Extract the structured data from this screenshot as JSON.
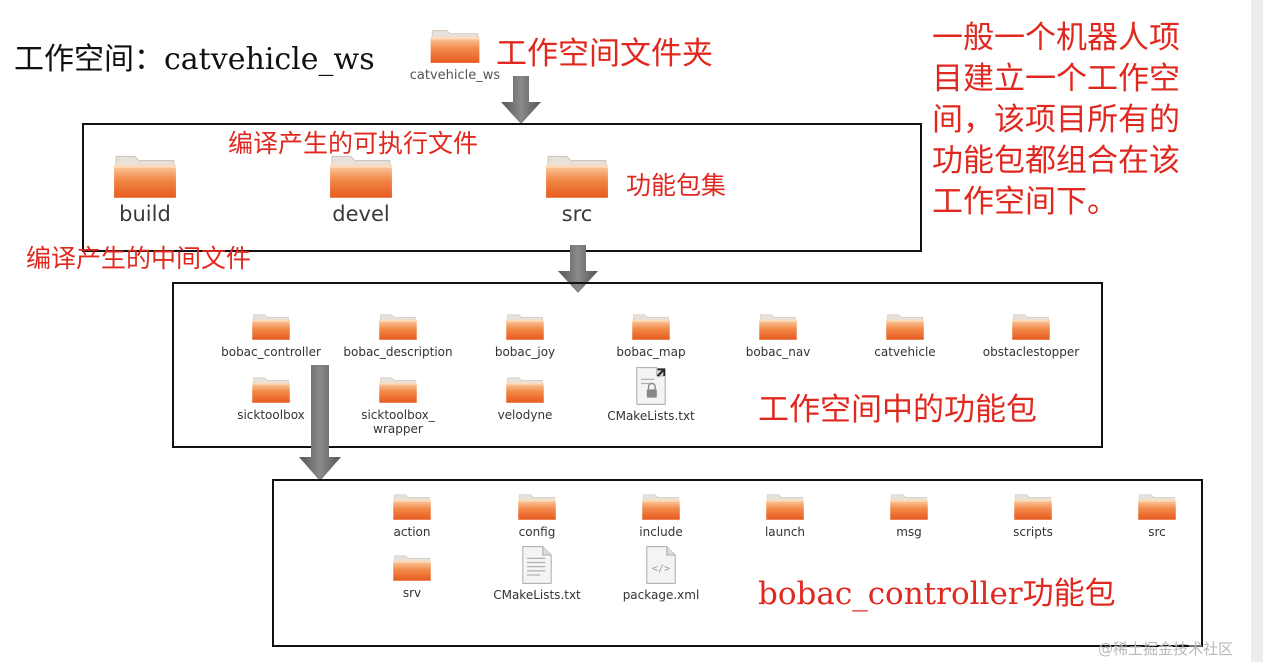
{
  "workspace_title": "工作空间：catvehicle_ws",
  "root_folder": {
    "label": "catvehicle_ws",
    "caption": "工作空间文件夹"
  },
  "side_note": [
    "一般一个机器人项",
    "目建立一个工作空",
    "间，该项目所有的",
    "功能包都组合在该",
    "工作空间下。"
  ],
  "level1": {
    "folders": [
      "build",
      "devel",
      "src"
    ],
    "note_devel": "编译产生的可执行文件",
    "note_build": "编译产生的中间文件",
    "note_src": "功能包集"
  },
  "level2": {
    "row1": [
      "bobac_controller",
      "bobac_description",
      "bobac_joy",
      "bobac_map",
      "bobac_nav",
      "catvehicle",
      "obstaclestopper"
    ],
    "row2": [
      "sicktoolbox",
      "sicktoolbox_\nwrapper",
      "velodyne",
      "CMakeLists.txt"
    ],
    "caption": "工作空间中的功能包"
  },
  "level3": {
    "row1": [
      "action",
      "config",
      "include",
      "launch",
      "msg",
      "scripts",
      "src"
    ],
    "row2": [
      "srv",
      "CMakeLists.txt",
      "package.xml"
    ],
    "caption": "bobac_controller功能包"
  },
  "watermark": "@稀土掘金技术社区",
  "colors": {
    "red_text": "#e0281f",
    "folder_top": "#f6b98f",
    "folder_body": "#ee7035",
    "arrow": "#666666"
  }
}
